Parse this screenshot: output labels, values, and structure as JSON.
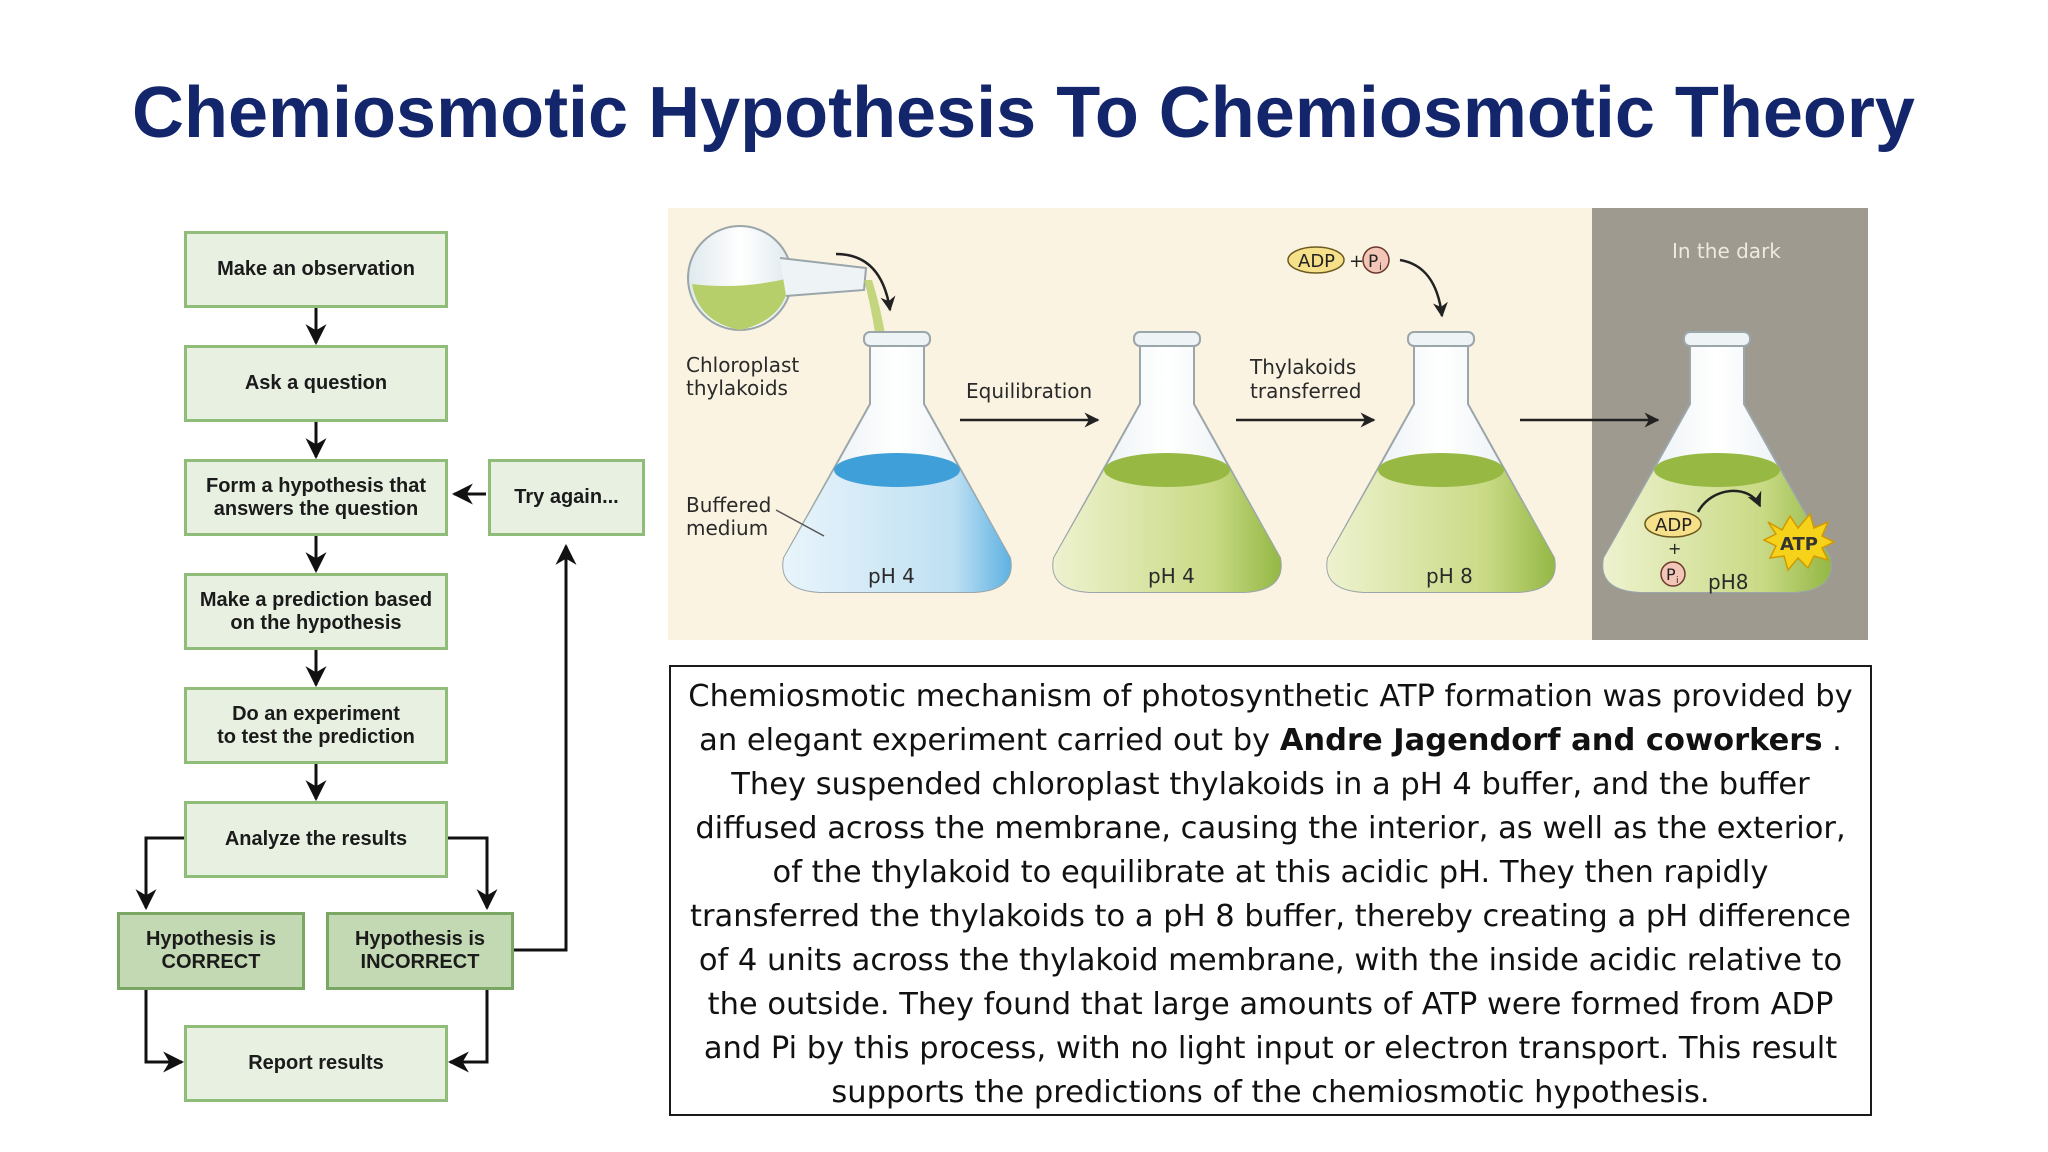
{
  "slide": {
    "title": "Chemiosmotic Hypothesis To Chemiosmotic Theory"
  },
  "flowchart": {
    "observation": "Make an observation",
    "question": "Ask a question",
    "hypothesis": "Form a hypothesis that\nanswers the question",
    "try_again": "Try again...",
    "prediction": "Make a prediction based\non the hypothesis",
    "experiment": "Do an experiment\nto test the prediction",
    "analyze": "Analyze the results",
    "correct": "Hypothesis is\nCORRECT",
    "incorrect": "Hypothesis is\nINCORRECT",
    "report": "Report results"
  },
  "illustration": {
    "chloroplast_label_1": "Chloroplast",
    "chloroplast_label_2": "thylakoids",
    "buffered_label_1": "Buffered",
    "buffered_label_2": "medium",
    "equilibration": "Equilibration",
    "transferred_1": "Thylakoids",
    "transferred_2": "transferred",
    "adp": "ADP",
    "plus": "+",
    "pi": "P",
    "pi_sub": "i",
    "dark": "In the dark",
    "atp": "ATP",
    "flask1_ph": "pH 4",
    "flask2_ph": "pH 4",
    "flask3_ph": "pH 8",
    "flask4_ph": "pH8"
  },
  "description": {
    "part1": "Chemiosmotic mechanism of photosynthetic ATP formation was provided by an elegant experiment carried out by ",
    "bold": "Andre Jagendorf and coworkers",
    "part2": " . They suspended chloroplast thylakoids in a pH 4 buffer, and the buffer diffused across the membrane, causing the interior, as well as the exterior, of the thylakoid to equilibrate at this acidic pH. They then rapidly transferred the thylakoids to a pH 8 buffer, thereby creating a pH difference of 4 units across the thylakoid membrane, with the inside acidic relative to the outside. They found that large amounts of ATP were formed from ADP and Pi by this process, with no light input or electron transport. This result supports the predictions of the chemiosmotic hypothesis."
  },
  "colors": {
    "title": "#13256b",
    "box_fill": "#e7f0e1",
    "box_border": "#8fbc78",
    "result_fill": "#c3d9b3",
    "illus_bg": "#faf3e2",
    "dark_panel": "#9e9a90",
    "blue_liquid": "#5fb2e2",
    "green_liquid": "#a9c45a",
    "atp_burst": "#f7d21a"
  }
}
